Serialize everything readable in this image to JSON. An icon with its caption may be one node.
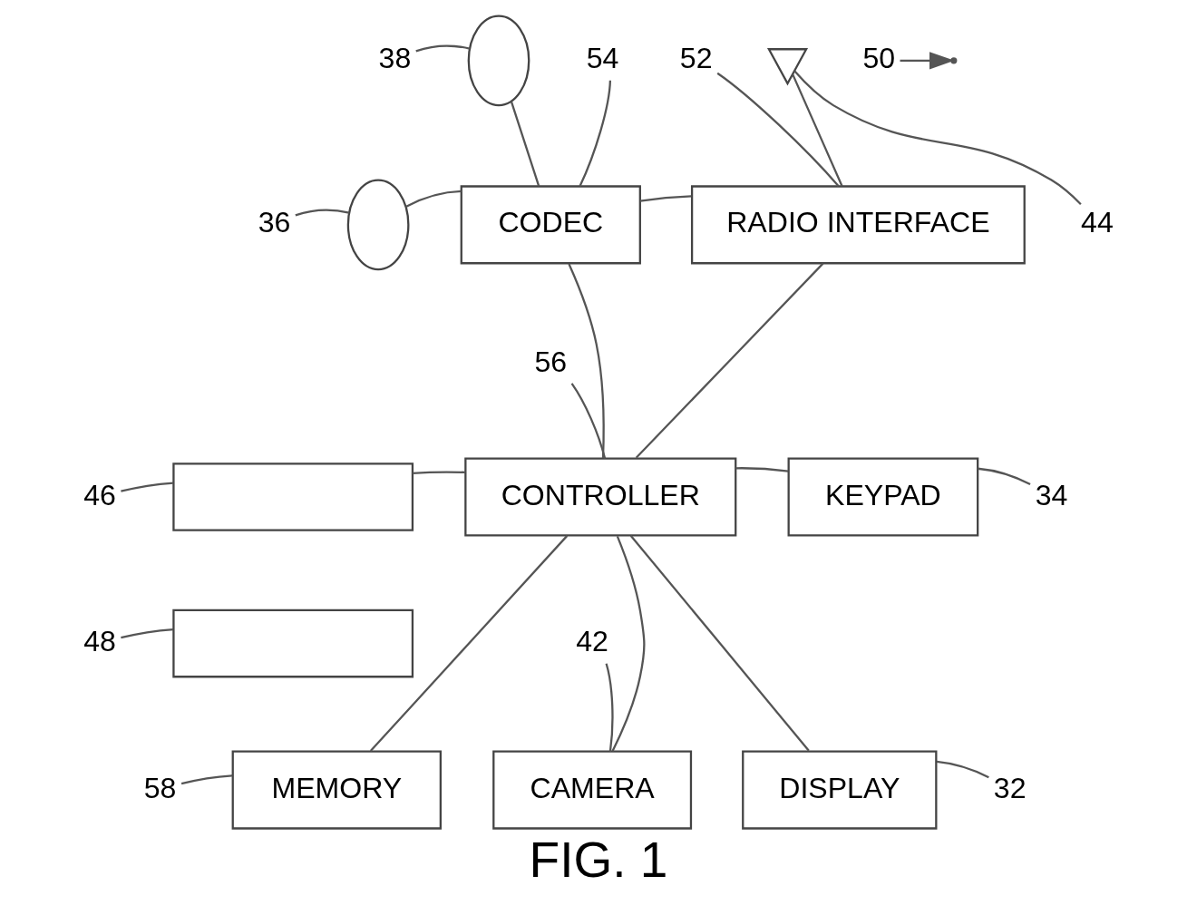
{
  "diagram": {
    "caption": "FIG. 1",
    "nodes": [
      {
        "text": [
          "38"
        ]
      },
      {
        "text": [],
        "shape": "ellipse"
      },
      {
        "text": [
          "36"
        ]
      },
      {
        "text": [],
        "shape": "ellipse"
      },
      {
        "text": [
          "54"
        ]
      },
      {
        "text": [
          "CODEC"
        ]
      },
      {
        "text": [
          "52"
        ]
      },
      {
        "text": [
          "RADIO INTERFACE"
        ]
      },
      {
        "text": [],
        "shape": "antenna"
      },
      {
        "text": [
          "44"
        ]
      },
      {
        "text": [
          "50"
        ]
      },
      {
        "text": [
          "46"
        ]
      },
      {
        "text": [],
        "shape": "box"
      },
      {
        "text": [
          "48"
        ]
      },
      {
        "text": [],
        "shape": "box"
      },
      {
        "text": [
          "56"
        ]
      },
      {
        "text": [
          "CONTROLLER"
        ]
      },
      {
        "text": [
          "KEYPAD"
        ]
      },
      {
        "text": [
          "34"
        ]
      },
      {
        "text": [
          "42"
        ]
      },
      {
        "text": [
          "58"
        ]
      },
      {
        "text": [
          "MEMORY"
        ]
      },
      {
        "text": [
          "CAMERA"
        ]
      },
      {
        "text": [
          "DISPLAY"
        ]
      },
      {
        "text": [
          "32"
        ]
      }
    ],
    "edges": [
      {
        "from": 0,
        "to": 1,
        "arrow": "none"
      },
      {
        "from": 2,
        "to": 3,
        "arrow": "none"
      },
      {
        "from": 1,
        "to": 5,
        "arrow": "none"
      },
      {
        "from": 3,
        "to": 5,
        "arrow": "none"
      },
      {
        "from": 4,
        "to": 5,
        "arrow": "none"
      },
      {
        "from": 6,
        "to": 7,
        "arrow": "none"
      },
      {
        "from": 5,
        "to": 7,
        "arrow": "none"
      },
      {
        "from": 7,
        "to": 8,
        "arrow": "none"
      },
      {
        "from": 9,
        "to": 8,
        "arrow": "none"
      },
      {
        "from": 10,
        "to": null,
        "arrow": "to"
      },
      {
        "from": 11,
        "to": 12,
        "arrow": "none"
      },
      {
        "from": 13,
        "to": 14,
        "arrow": "none"
      },
      {
        "from": 15,
        "to": 16,
        "arrow": "none"
      },
      {
        "from": 5,
        "to": 16,
        "arrow": "none"
      },
      {
        "from": 7,
        "to": 16,
        "arrow": "none"
      },
      {
        "from": 12,
        "to": 16,
        "arrow": "none"
      },
      {
        "from": 16,
        "to": 17,
        "arrow": "none"
      },
      {
        "from": 18,
        "to": 17,
        "arrow": "none"
      },
      {
        "from": 16,
        "to": 21,
        "arrow": "none"
      },
      {
        "from": 16,
        "to": 22,
        "arrow": "none"
      },
      {
        "from": 16,
        "to": 23,
        "arrow": "none"
      },
      {
        "from": 19,
        "to": 22,
        "arrow": "none"
      },
      {
        "from": 20,
        "to": 21,
        "arrow": "none"
      },
      {
        "from": 24,
        "to": 23,
        "arrow": "none"
      }
    ]
  }
}
